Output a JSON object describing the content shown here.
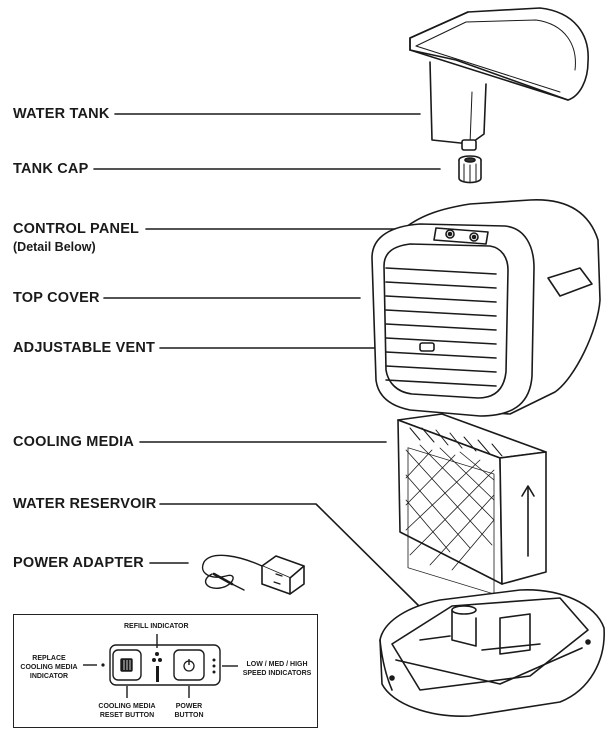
{
  "labels": {
    "water_tank": "WATER TANK",
    "tank_cap": "TANK CAP",
    "control_panel": "CONTROL PANEL",
    "control_panel_note": "(Detail Below)",
    "top_cover": "TOP COVER",
    "adjustable_vent": "ADJUSTABLE VENT",
    "cooling_media": "COOLING MEDIA",
    "water_reservoir": "WATER RESERVOIR",
    "power_adapter": "POWER ADAPTER"
  },
  "panel_detail": {
    "refill_indicator": "REFILL INDICATOR",
    "replace_media_line1": "REPLACE",
    "replace_media_line2": "COOLING MEDIA",
    "replace_media_line3": "INDICATOR",
    "reset_button_line1": "COOLING MEDIA",
    "reset_button_line2": "RESET BUTTON",
    "power_button_line1": "POWER",
    "power_button_line2": "BUTTON",
    "speed_indicators_line1": "LOW / MED / HIGH",
    "speed_indicators_line2": "SPEED INDICATORS"
  },
  "colors": {
    "ink": "#1a1a1a",
    "background": "#ffffff",
    "panel_gray": "#9a9a9a"
  }
}
